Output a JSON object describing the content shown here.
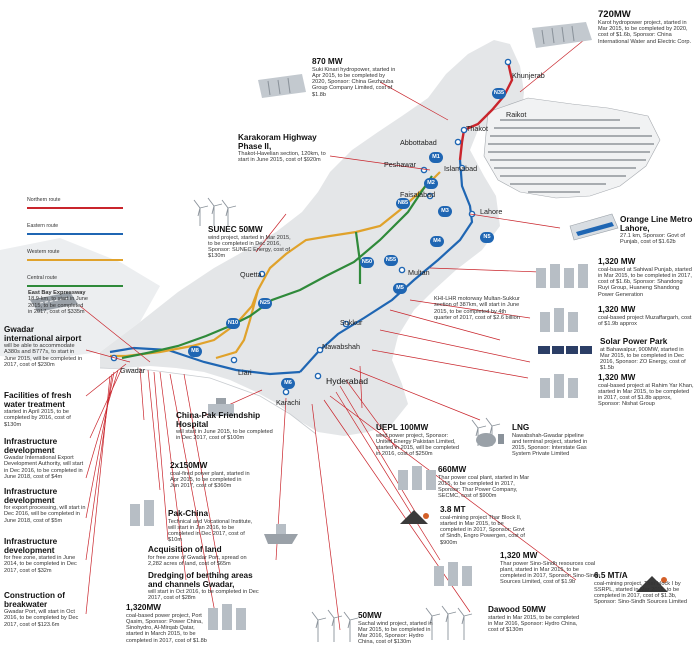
{
  "colors": {
    "northern": "#c9252c",
    "eastern": "#1f66b3",
    "western": "#e0a22b",
    "central": "#2f8a3a",
    "land": "#e4e6e8",
    "disputed": "#8f9499"
  },
  "legend": [
    {
      "label": "Northern route",
      "color": "#c9252c"
    },
    {
      "label": "Eastern route",
      "color": "#1f66b3"
    },
    {
      "label": "Western route",
      "color": "#e0a22b"
    },
    {
      "label": "Central route",
      "color": "#2f8a3a"
    }
  ],
  "cities": {
    "khunjerab": "Khunjerab",
    "raikot": "Raikot",
    "thakot": "Thakot",
    "abbottabad": "Abbottabad",
    "islamabad": "Islamabad",
    "peshawar": "Peshawar",
    "faisalabad": "Faisalabad",
    "lahore": "Lahore",
    "quetta": "Quetta",
    "multan": "Multan",
    "sukkur": "Sukkur",
    "nawabshah": "Nawabshah",
    "hyderabad": "Hyderabad",
    "karachi": "Karachi",
    "liari": "Liari",
    "gwadar": "Gwadar"
  },
  "markers": {
    "m1": "M1",
    "m2": "M2",
    "m3": "M3",
    "m4": "M4",
    "m5": "M5",
    "m6": "M6",
    "m8": "M8",
    "n5": "N5",
    "n25": "N25",
    "n50": "N50",
    "n55": "N55",
    "n85": "N85",
    "n10": "N10",
    "n35": "N35"
  },
  "projects": {
    "karot": {
      "title": "720MW",
      "desc": "Karot hydropower project, started in Mar 2015, to be completed by 2020, cost of $1.6b, Sponsor: China International Water and Electric Corp."
    },
    "sukikinari": {
      "title": "870 MW",
      "desc": "Suki Kinari hydropower, started in Apr 2015, to be completed by 2020, Sponsor: China Gezhouba Group Company Limited, cost of $1.8b"
    },
    "kkh": {
      "title": "Karakoram Highway Phase II,",
      "desc": "Thakot-Havelian section, 120km, to start in June 2015, cost of $920m"
    },
    "sunec": {
      "title": "SUNEC 50MW",
      "desc": "wind project, started in Mar 2015, to be completed in Dec 2016, Sponsor: SUNEC Energy, cost of $130m"
    },
    "eastbay": {
      "title": "East Bay Expressway",
      "desc": "18.9-km, to start in June 2015, to be completed in 2017, cost of $335m"
    },
    "airport": {
      "title": "Gwadar international airport",
      "desc": "will be able to accommodate A380s and B777s, to start in June 2015, will be completed in 2017, cost of $230m"
    },
    "water": {
      "title": "Facilities of fresh water treatment",
      "desc": "started in April 2015, to be completed by 2016, cost of $130m"
    },
    "infra1": {
      "title": "Infrastructure development",
      "desc": "Gwadar International Export Development Authority, will start in Dec 2016, to be completed in June 2018, cost of $4m"
    },
    "infra2": {
      "title": "Infrastructure development",
      "desc": "for export processing, will start in Dec 2016, will be completed in June 2018, cost of $5m"
    },
    "infra3": {
      "title": "Infrastructure development",
      "desc": "for free zone, started in June 2014, to be completed in Dec 2017, cost of $32m"
    },
    "breakwater": {
      "title": "Construction of breakwater",
      "desc": "Gwadar Port, will start in Oct 2016, to be completed by Dec 2017, cost of $123.6m"
    },
    "hospital": {
      "title": "China-Pak Friendship Hospital",
      "desc": "will start in June 2015, to be completed in Dec 2017, cost of $100m"
    },
    "fired": {
      "title": "2x150MW",
      "desc": "coal-fired power plant, started in Apr 2015, to be completed in Jun 2017, cost of $360m"
    },
    "pakchina": {
      "title": "Pak-China",
      "desc": "Technical and Vocational Institute, will start in Jan 2016, to be completed in Dec 2017, cost of $10m"
    },
    "land": {
      "title": "Acquisition of land",
      "desc": "for free zone of Gwadar Port, spread on 2,282 acres of land, cost of $65m"
    },
    "dredging": {
      "title": "Dredging of berthing areas and channels Gwadar,",
      "desc": "will start in Oct 2016, to be completed in Dec 2017, cost of $28m"
    },
    "qasim": {
      "title": "1,320MW",
      "desc": "coal-based power project, Port Qasim, Sponsor: Power China, Sinohydro, Al-Mirqab Qatar, started in March 2015, to be completed in 2017, cost of $1.8b"
    },
    "sachal": {
      "title": "50MW",
      "desc": "Sachal wind project, started in Mar 2015, to be completed in Mar 2016, Sponsor: Hydro China, cost of $130m"
    },
    "dawood": {
      "title": "Dawood 50MW",
      "desc": "started in Mar 2015, to be completed in Mar 2016, Sponsor: Hydro China, cost of $130m"
    },
    "uepl": {
      "title": "UEPL 100MW",
      "desc": "wind power project, Sponsor: United Energy Pakistan Limited, started in 2015, will be completed in 2016, cost of $250m"
    },
    "lng": {
      "title": "LNG",
      "desc": "Nawabshah-Gwadar pipeline and terminal project, started in 2015, Sponsor: Interstate Gas System Private Limited"
    },
    "thar660": {
      "title": "660MW",
      "desc": "Thar power coal plant, started in Mar 2015, to be completed in 2017, Sponsor: Thar Power Company, SECMC, cost of $900m"
    },
    "thar38": {
      "title": "3.8 MT",
      "desc": "coal-mining project Thar Block II, started in Mar 2015, to be completed in 2017, Sponsor: Govt of Sindh, Engro Powergen, cost of $900m"
    },
    "sinosindh": {
      "title": "1,320 MW",
      "desc": "Thar power Sino-Sindh resources coal plant, started in Mar 2015, to be completed in 2017, Sponsor: Sino-Sindh Sources Limited, cost of $1.9b"
    },
    "mta": {
      "title": "6.5 MT/A",
      "desc": "coal-mining project, Thar block I by SSRPL, started in Mar 2015, to be completed in 2017, cost of $1.3b, Sponsor: Sino-Sindh Sources Limited"
    },
    "orange": {
      "title": "Orange Line Metro Lahore,",
      "desc": "27.1 km, Sponsor: Govt of Punjab, cost of $1.62b"
    },
    "sahiwal": {
      "title": "1,320 MW",
      "desc": "coal-based at Sahiwal Punjab, started in Mar 2015, to be completed in 2017, cost of $1.6b, Sponsor: Shandong Ruyi Group, Huaneng Shandong Power Generation"
    },
    "muzaffargarh": {
      "title": "1,320 MW",
      "desc": "coal-based project Muzaffargarh, cost of $1.9b approx"
    },
    "khi_lhr": {
      "title": "",
      "desc": "KHI-LHR motorway Multan-Sukkur section of 387km, will start in June 2015, to be completed by 4th quarter of 2017, cost of $2.6 billion"
    },
    "solar": {
      "title": "Solar Power Park",
      "desc": "at Bahawalpur, 900MW, started in Mar 2015, to be completed in Dec 2016, Sponsor: ZO Energy, cost of $1.5b"
    },
    "rahimyar": {
      "title": "1,320 MW",
      "desc": "coal-based project at Rahim Yar Khan, started in Mar 2015, to be completed in 2017, cost of $1.8b approx, Sponsor: Nishat Group"
    }
  }
}
